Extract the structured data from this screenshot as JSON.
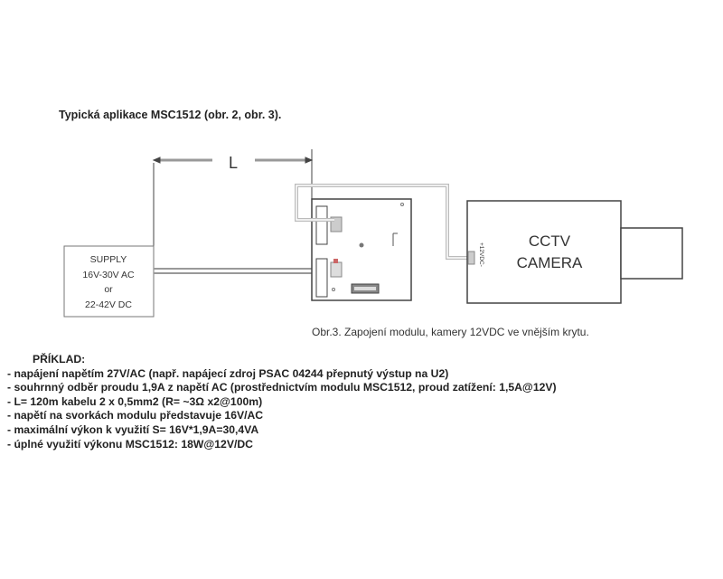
{
  "title": "Typická aplikace MSC1512 (obr. 2, obr. 3).",
  "diagram": {
    "dimension_label": "L",
    "supply": {
      "line1": "SUPPLY",
      "line2": "16V-30V AC",
      "line3": "or",
      "line4": "22-42V DC"
    },
    "camera": {
      "line1": "CCTV",
      "line2": "CAMERA",
      "connector_label": "+12VDC-"
    }
  },
  "caption": "Obr.3. Zapojení modulu, kamery 12VDC ve vnějším krytu.",
  "example": {
    "heading": "PŘÍKLAD:",
    "items": [
      "- napájení napětím 27V/AC (např. napájecí zdroj PSAC 04244 přepnutý výstup na U2)",
      "- souhrnný odběr proudu 1,9A z napětí AC (prostřednictvím modulu MSC1512, proud zatížení: 1,5A@12V)",
      "- L= 120m kabelu 2 x 0,5mm2 (R= ~3Ω x2@100m)",
      "- napětí na svorkách modulu představuje 16V/AC",
      "- maximální výkon k využití S= 16V*1,9A=30,4VA",
      "- úplné využití výkonu MSC1512: 18W@12V/DC"
    ]
  }
}
